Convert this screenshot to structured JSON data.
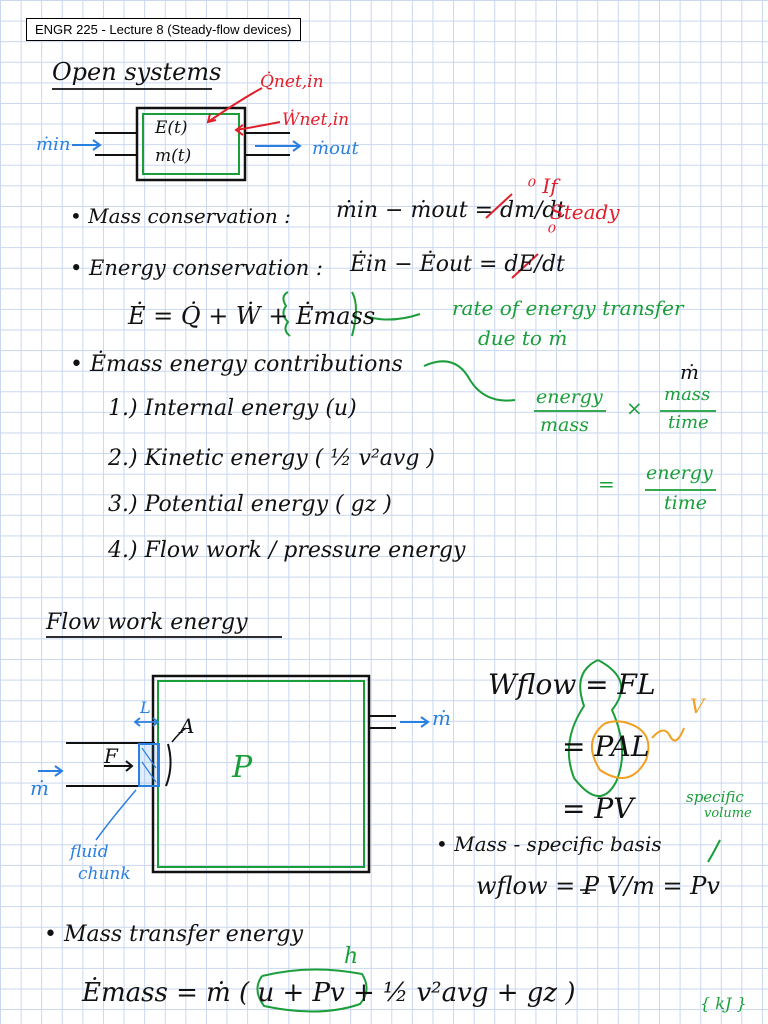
{
  "header": {
    "title": "ENGR  225 - Lecture 8 (Steady-flow devices)"
  },
  "notes": {
    "heading_open": "Open systems",
    "q_net_in": "Q̇net,in",
    "w_net_in": "Ẇnet,in",
    "box_e": "E(t)",
    "box_m": "m(t)",
    "mdot_in": "ṁin",
    "mdot_out": "ṁout",
    "mass_cons": "• Mass conservation :",
    "mass_eq": "ṁin − ṁout = dm/dt",
    "if_steady_1": "⁰ If",
    "if_steady_2": "Steady",
    "energy_cons": "• Energy conservation :",
    "energy_eq": "Ėin − Ėout = dE/dt",
    "zero_mark": "⁰",
    "edot_eq": "Ė = Q̇ + Ẇ + Ėmass",
    "rate_note_1": "rate of energy transfer",
    "rate_note_2": "due to ṁ",
    "emass_contrib": "• Ėmass energy contributions",
    "item1": "1.) Internal energy  (u)",
    "item2": "2.) Kinetic energy  ( ½ v²avg )",
    "item3": "3.) Potential energy  ( gz )",
    "item4": "4.) Flow work / pressure energy",
    "mdot_top": "ṁ",
    "energy_word": "energy",
    "mass_word": "mass",
    "times": "×",
    "mass_word2": "mass",
    "time_word": "time",
    "equals": "=",
    "energy_word2": "energy",
    "time_word2": "time",
    "heading_flow": "Flow work energy",
    "label_L": "L",
    "label_A": "A",
    "label_F": "F",
    "label_P": "P",
    "mdot_right": "ṁ",
    "mdot_left": "ṁ",
    "fluid_1": "fluid",
    "fluid_2": "chunk",
    "wflow_eq": "Wflow = FL",
    "eq_pal": "= PAL",
    "eq_pv": "= PV",
    "label_V": "V",
    "specific_1": "specific",
    "specific_2": "volume",
    "mass_specific": "• Mass - specific basis",
    "wflow_spec": "wflow = P V/m = Pv",
    "mass_transfer": "• Mass transfer energy",
    "h_label": "h",
    "emass_eq": "Ėmass = ṁ ( u + Pv + ½ v²avg + gz )",
    "units": "{ kJ }"
  }
}
